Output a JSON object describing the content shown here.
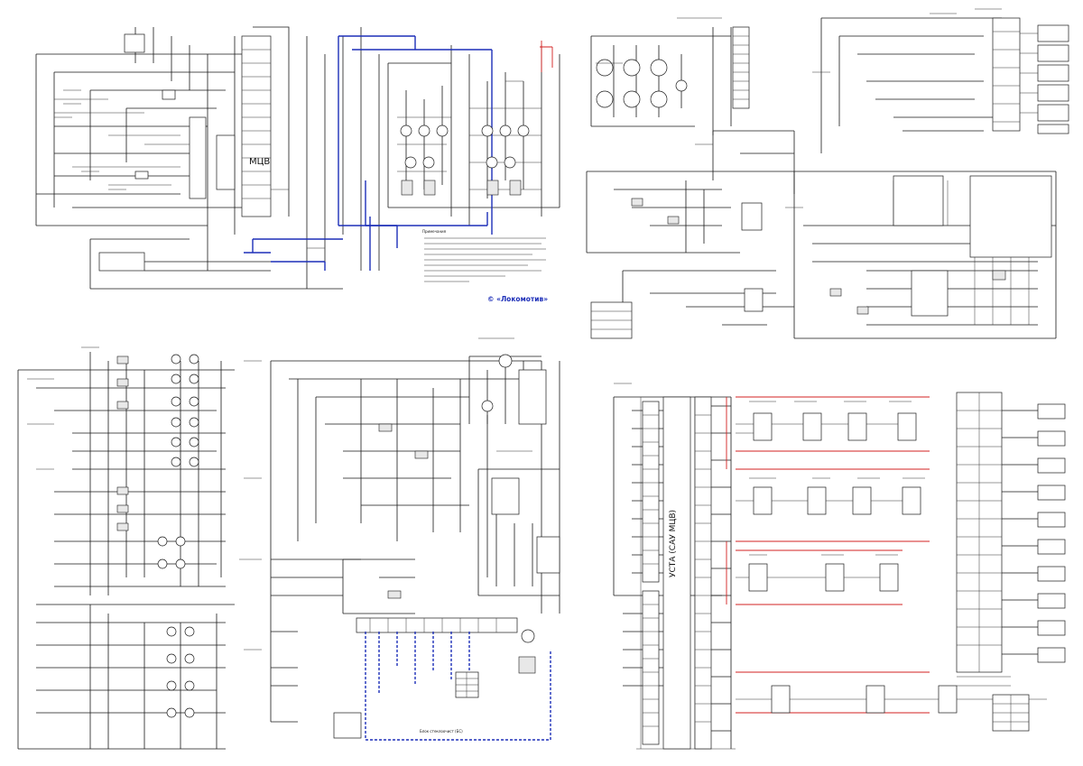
{
  "sheet": {
    "quadrants": [
      {
        "id": "top-left",
        "block_label": "МЦВ",
        "note_heading": "Примечания"
      },
      {
        "id": "top-right"
      },
      {
        "id": "bottom-left",
        "block_label": "Блок стеклоочист (БС)"
      },
      {
        "id": "bottom-right",
        "block_label": "УСТА (САУ МЦВ)"
      }
    ],
    "watermark": "© «Локомотив»",
    "colors": {
      "wire": "#1a1a1a",
      "blue_bus": "#1d2fb8",
      "red_bus": "#d32020",
      "annotation": "#2e8b22"
    }
  }
}
